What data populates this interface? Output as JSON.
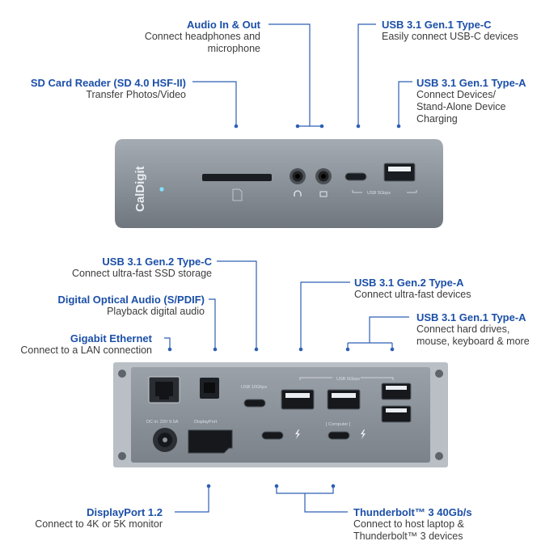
{
  "front_labels": {
    "audio": {
      "title": "Audio In & Out",
      "desc": "Connect headphones and\nmicrophone"
    },
    "usbc_gen1": {
      "title": "USB 3.1 Gen.1 Type-C",
      "desc": "Easily connect USB-C devices"
    },
    "sd": {
      "title": "SD Card Reader (SD 4.0 HSF-II)",
      "desc": "Transfer Photos/Video"
    },
    "usba_gen1": {
      "title": "USB 3.1 Gen.1 Type-A",
      "desc": "Connect Devices/\nStand-Alone Device\nCharging"
    }
  },
  "back_labels": {
    "usbc_gen2": {
      "title": "USB 3.1 Gen.2 Type-C",
      "desc": "Connect ultra-fast SSD storage"
    },
    "optical": {
      "title": "Digital Optical Audio (S/PDIF)",
      "desc": "Playback digital audio"
    },
    "ethernet": {
      "title": "Gigabit Ethernet",
      "desc": "Connect to a LAN connection"
    },
    "usba_gen2": {
      "title": "USB 3.1 Gen.2 Type-A",
      "desc": "Connect ultra-fast devices"
    },
    "usba_gen1_rear": {
      "title": "USB 3.1 Gen.1 Type-A",
      "desc": "Connect hard drives,\nmouse, keyboard & more"
    },
    "displayport": {
      "title": "DisplayPort 1.2",
      "desc": "Connect to 4K or 5K monitor"
    },
    "thunderbolt": {
      "title": "Thunderbolt™ 3 40Gb/s",
      "desc": "Connect to host laptop &\nThunderbolt™ 3 devices"
    }
  },
  "device": {
    "brand": "CalDigit",
    "front_usb_label": "USB 5Gbps",
    "rear_usb_label": "USB 5Gbps",
    "rear_usbc_label": "USB 10Gbps",
    "dc_label": "DC in: 20V 9.5A",
    "dp_label": "DisplayPort",
    "computer_label": "[ Computer ]"
  },
  "colors": {
    "label_blue": "#1b4fa8",
    "body_grey": "#8d949c",
    "panel_grey": "#5f666e"
  }
}
